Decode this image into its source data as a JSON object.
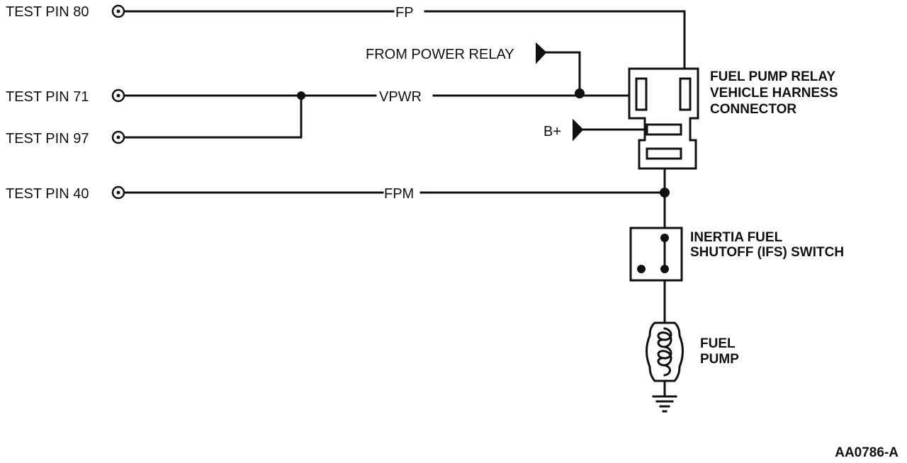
{
  "pins": {
    "pin80": "TEST PIN 80",
    "pin71": "TEST PIN 71",
    "pin97": "TEST PIN 97",
    "pin40": "TEST PIN 40"
  },
  "wires": {
    "fp": "FP",
    "vpwr": "VPWR",
    "fpm": "FPM"
  },
  "sources": {
    "power_relay": "FROM POWER RELAY",
    "bplus": "B+"
  },
  "components": {
    "relay_connector": [
      "FUEL PUMP RELAY",
      "VEHICLE HARNESS",
      "CONNECTOR"
    ],
    "ifs_switch": [
      "INERTIA FUEL",
      "SHUTOFF (IFS) SWITCH"
    ],
    "fuel_pump": [
      "FUEL",
      "PUMP"
    ]
  },
  "figure_id": "AA0786-A"
}
